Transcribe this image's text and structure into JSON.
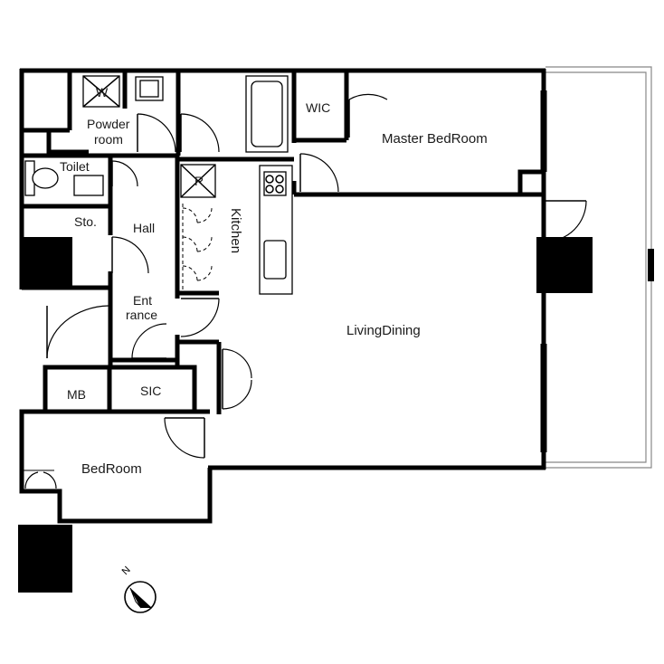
{
  "rooms": {
    "washer": "W",
    "powder_room": [
      "Powder",
      "room"
    ],
    "toilet": "Toilet",
    "wic": "WIC",
    "master_bedroom": "Master BedRoom",
    "refrigerator": "R",
    "kitchen": "Kitchen",
    "storage": "Sto.",
    "hall": "Hall",
    "entrance": [
      "Ent",
      "rance"
    ],
    "living_dining": "LivingDining",
    "mb": "MB",
    "sic": "SIC",
    "bedroom": "BedRoom"
  },
  "compass": {
    "north_label": "N"
  }
}
